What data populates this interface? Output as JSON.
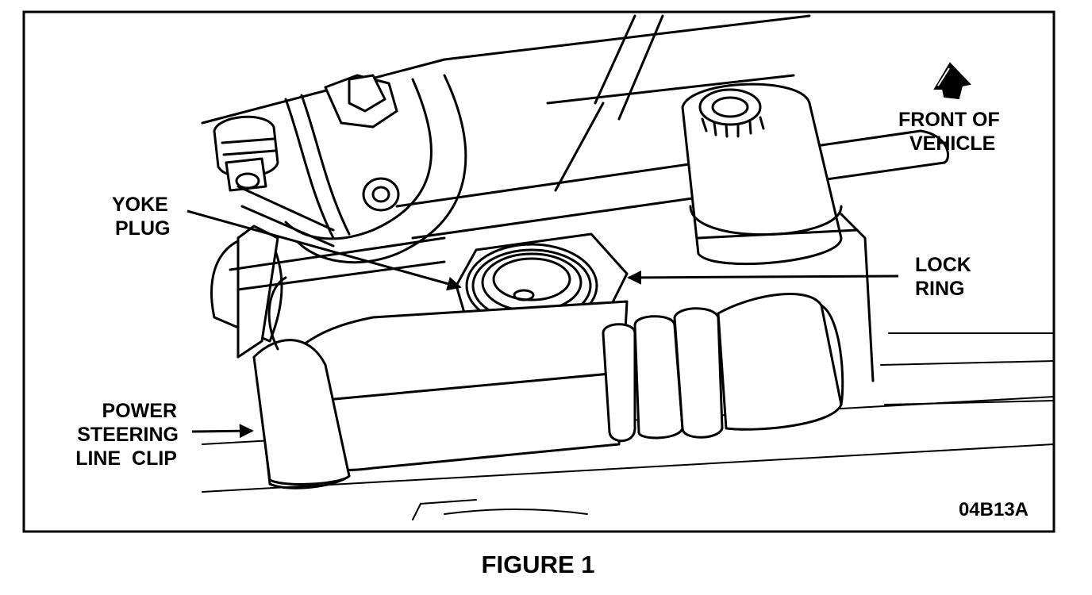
{
  "figure": {
    "caption": "FIGURE 1",
    "code": "04B13A"
  },
  "labels": {
    "front_line1": "FRONT OF",
    "front_line2": "VEHICLE",
    "yoke_line1": "YOKE",
    "yoke_line2": "PLUG",
    "lock_line1": "LOCK",
    "lock_line2": "RING",
    "clip_line1": "POWER",
    "clip_line2": "STEERING",
    "clip_line3": "LINE  CLIP"
  },
  "icons": {
    "front_arrow": "front-arrow-icon"
  },
  "colors": {
    "ink": "#000000",
    "paper": "#ffffff"
  }
}
